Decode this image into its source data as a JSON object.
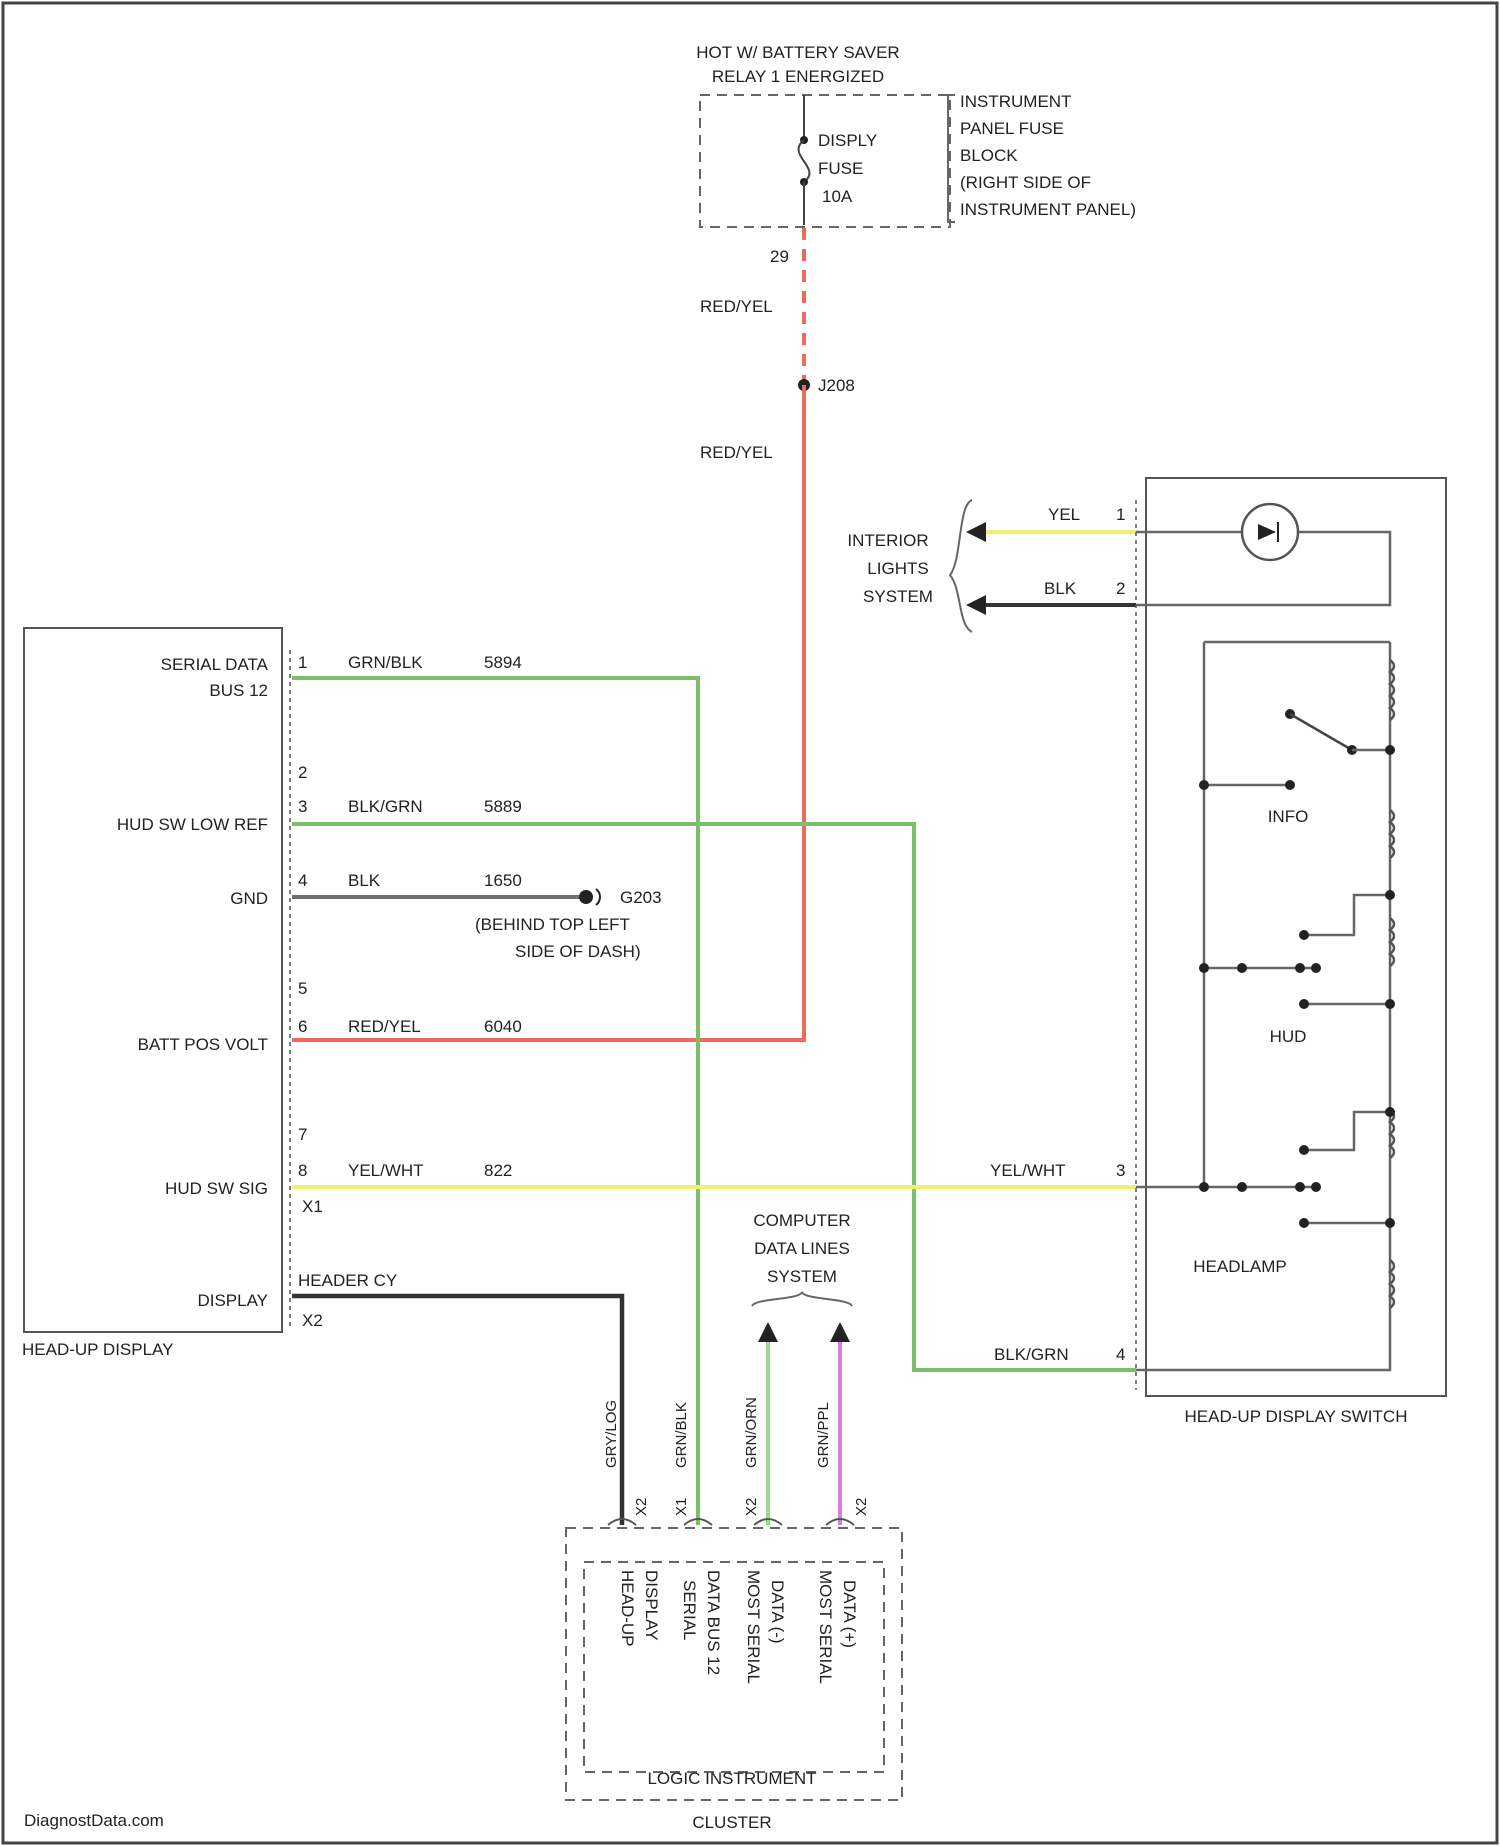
{
  "colors": {
    "green": "#7cbf6a",
    "red": "#f06a5a",
    "yellow": "#f2ee6e",
    "gray": "#707070",
    "dark": "#333333",
    "pink": "#d77fd7",
    "lightgreen": "#9fd58f"
  },
  "power": {
    "header_line1": "HOT W/ BATTERY SAVER",
    "header_line2": "RELAY 1 ENERGIZED",
    "fuse_line1": "DISPLY",
    "fuse_line2": "FUSE",
    "fuse_line3": "10A",
    "fuse_pin": "29",
    "block_line1": "INSTRUMENT",
    "block_line2": "PANEL FUSE",
    "block_line3": "BLOCK",
    "block_line4": "(RIGHT SIDE OF",
    "block_line5": "INSTRUMENT PANEL)",
    "wire_upper_color": "RED/YEL",
    "splice": "J208",
    "wire_lower_color": "RED/YEL"
  },
  "hud": {
    "title": "HEAD-UP DISPLAY",
    "pins": [
      {
        "pin": "1",
        "name_line1": "SERIAL DATA",
        "name_line2": "BUS 12",
        "wire": "GRN/BLK",
        "circuit": "5894"
      },
      {
        "pin": "2",
        "name_line1": "",
        "name_line2": "",
        "wire": "",
        "circuit": ""
      },
      {
        "pin": "3",
        "name_line1": "HUD SW LOW REF",
        "name_line2": "",
        "wire": "BLK/GRN",
        "circuit": "5889"
      },
      {
        "pin": "4",
        "name_line1": "GND",
        "name_line2": "",
        "wire": "BLK",
        "circuit": "1650"
      },
      {
        "pin": "5",
        "name_line1": "",
        "name_line2": "",
        "wire": "",
        "circuit": ""
      },
      {
        "pin": "6",
        "name_line1": "BATT POS VOLT",
        "name_line2": "",
        "wire": "RED/YEL",
        "circuit": "6040"
      },
      {
        "pin": "7",
        "name_line1": "",
        "name_line2": "",
        "wire": "",
        "circuit": ""
      },
      {
        "pin": "8",
        "name_line1": "HUD SW SIG",
        "name_line2": "",
        "wire": "YEL/WHT",
        "circuit": "822"
      }
    ],
    "pin_x1": "X1",
    "pin_x2": "X2",
    "display_label": "DISPLAY",
    "display_wire": "HEADER CY",
    "ground_name": "G203",
    "ground_loc_line1": "(BEHIND TOP LEFT",
    "ground_loc_line2": "SIDE OF DASH)"
  },
  "interior": {
    "line1": "INTERIOR",
    "line2": "LIGHTS",
    "line3": "SYSTEM",
    "wire1": "YEL",
    "pin1": "1",
    "wire2": "BLK",
    "pin2": "2"
  },
  "switch": {
    "title": "HEAD-UP DISPLAY SWITCH",
    "info_label": "INFO",
    "hud_label": "HUD",
    "headlamp_label": "HEADLAMP",
    "sig_wire": "YEL/WHT",
    "sig_pin": "3",
    "ref_wire": "BLK/GRN",
    "ref_pin": "4"
  },
  "data_lines": {
    "line1": "COMPUTER",
    "line2": "DATA LINES",
    "line3": "SYSTEM"
  },
  "cluster": {
    "title_line1": "LOGIC INSTRUMENT",
    "title_line2": "CLUSTER",
    "pins": [
      {
        "wire": "GRY/LOG",
        "pin": "X2",
        "label_line1": "HEAD-UP",
        "label_line2": "DISPLAY"
      },
      {
        "wire": "GRN/BLK",
        "pin": "X1",
        "label_line1": "SERIAL",
        "label_line2": "DATA BUS 12"
      },
      {
        "wire": "GRN/ORN",
        "pin": "X2",
        "label_line1": "MOST SERIAL",
        "label_line2": "DATA (-)"
      },
      {
        "wire": "GRN/PPL",
        "pin": "X2",
        "label_line1": "MOST SERIAL",
        "label_line2": "DATA (+)"
      }
    ]
  },
  "watermark": "DiagnostData.com"
}
